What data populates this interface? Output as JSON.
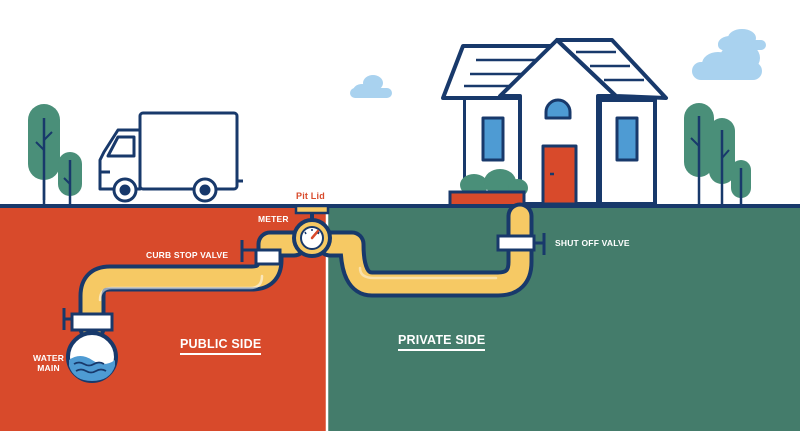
{
  "labels": {
    "pit_lid": "Pit Lid",
    "meter": "METER",
    "curb_stop_valve": "CURB STOP VALVE",
    "shut_off_valve": "SHUT OFF VALVE",
    "water_main_line1": "WATER",
    "water_main_line2": "MAIN",
    "public_side": "PUBLIC SIDE",
    "private_side": "PRIVATE SIDE"
  },
  "colors": {
    "public_ground": "#d84a2b",
    "private_ground": "#447c6b",
    "pipe": "#f6c964",
    "outline": "#18396b",
    "tree": "#4a8f79",
    "cloud": "#a9d2ef",
    "water": "#4e9bd3"
  },
  "icons": [
    "truck-icon",
    "house-icon",
    "tree-icon",
    "cloud-icon",
    "water-meter-icon",
    "valve-icon",
    "water-main-icon"
  ]
}
